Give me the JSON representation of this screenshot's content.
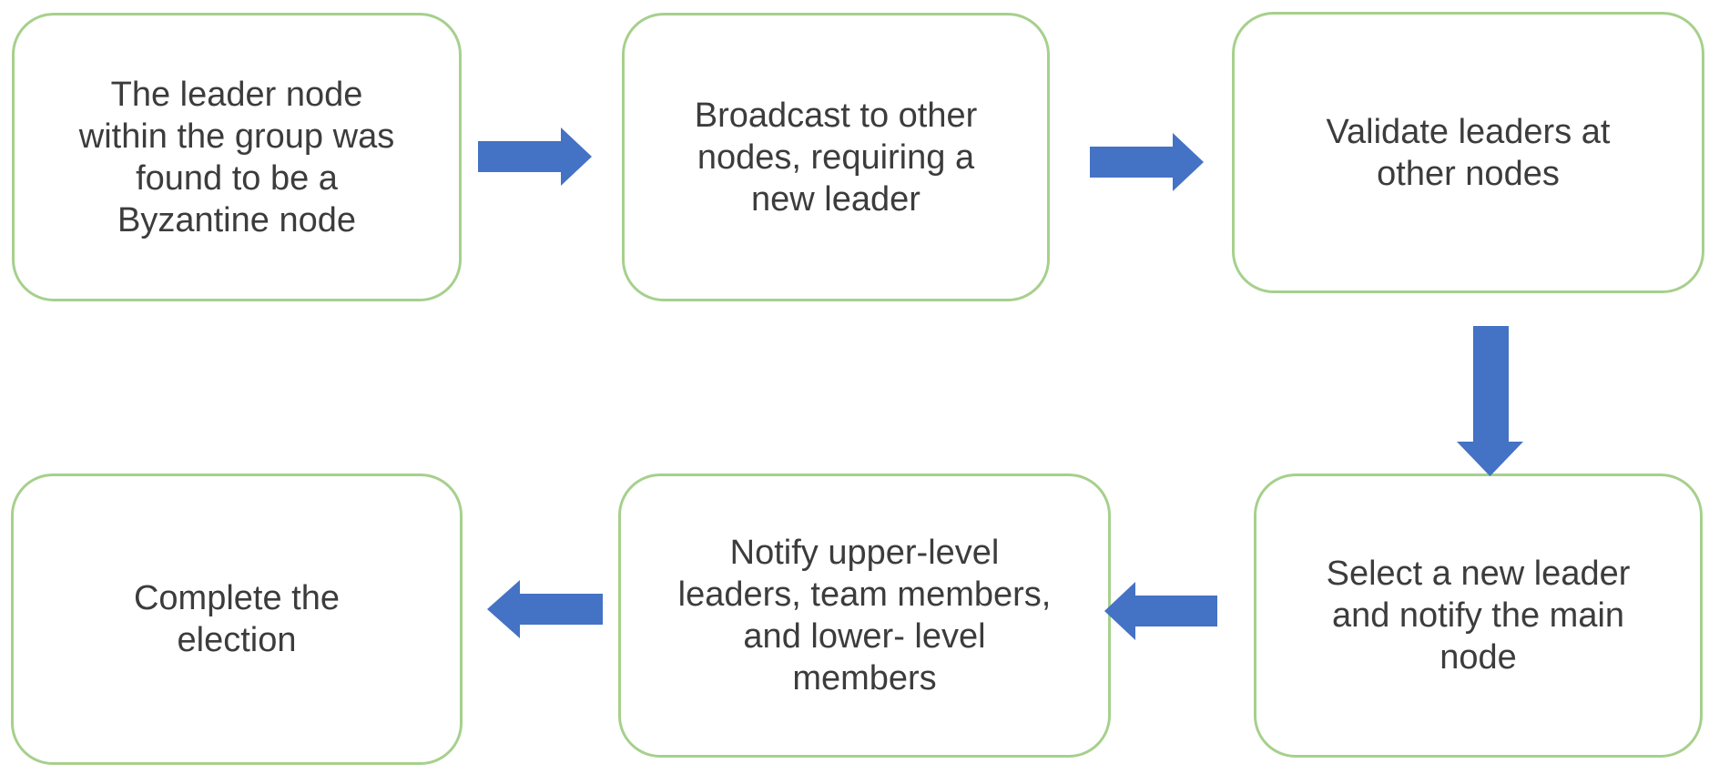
{
  "diagram": {
    "type": "flowchart",
    "description": "Leader election process flow for replacing a Byzantine leader node",
    "nodes": [
      {
        "id": "byzantine-detected",
        "step": 1,
        "text": "The leader node\nwithin the group was\nfound to be a\nByzantine node"
      },
      {
        "id": "broadcast-new-leader",
        "step": 2,
        "text": "Broadcast to other\nnodes, requiring a\nnew leader"
      },
      {
        "id": "validate-leaders",
        "step": 3,
        "text": "Validate leaders at\nother nodes"
      },
      {
        "id": "select-new-leader",
        "step": 4,
        "text": "Select a new leader\nand notify the main\nnode"
      },
      {
        "id": "notify-members",
        "step": 5,
        "text": "Notify upper-level\nleaders, team members,\nand lower- level\nmembers"
      },
      {
        "id": "complete-election",
        "step": 6,
        "text": "Complete the\nelection"
      }
    ],
    "edges": [
      {
        "from": "byzantine-detected",
        "to": "broadcast-new-leader",
        "direction": "right"
      },
      {
        "from": "broadcast-new-leader",
        "to": "validate-leaders",
        "direction": "right"
      },
      {
        "from": "validate-leaders",
        "to": "select-new-leader",
        "direction": "down"
      },
      {
        "from": "select-new-leader",
        "to": "notify-members",
        "direction": "left"
      },
      {
        "from": "notify-members",
        "to": "complete-election",
        "direction": "left"
      }
    ],
    "colors": {
      "node_border": "#a6d08c",
      "node_fill": "#ffffff",
      "arrow": "#4472c4",
      "text": "#3c3c3c",
      "background": "#ffffff"
    }
  }
}
